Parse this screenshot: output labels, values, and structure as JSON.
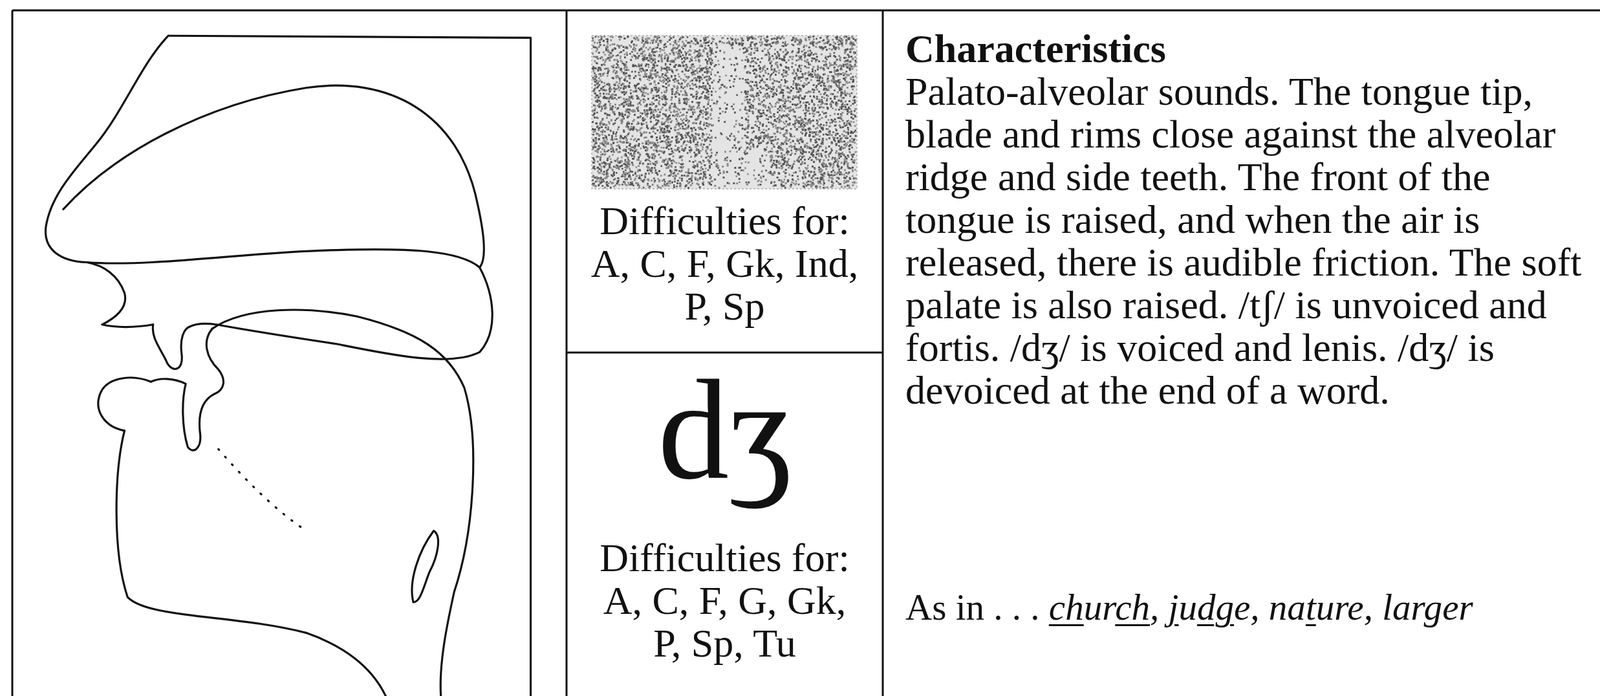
{
  "diagram": {
    "nodes": [
      {
        "text": [
          "Difficulties for: A, C, F, Gk, Ind, P, Sp"
        ]
      },
      {
        "text": [
          "dʒ",
          "Difficulties for: A, C, F, G, Gk, P, Sp, Tu"
        ]
      },
      {
        "text": [
          "Characteristics",
          "Palato-alveolar sounds. The tongue tip, blade and rims close against the alveolar ridge and side teeth. The front of the tongue is raised, and when the air is released, there is audible friction. The soft palate is also raised. /tʃ/ is unvoiced and fortis. /dʒ/ is voiced and lenis. /dʒ/ is devoiced at the end of a word.",
          "As in . . . church, judge, nature, larger"
        ]
      }
    ]
  }
}
